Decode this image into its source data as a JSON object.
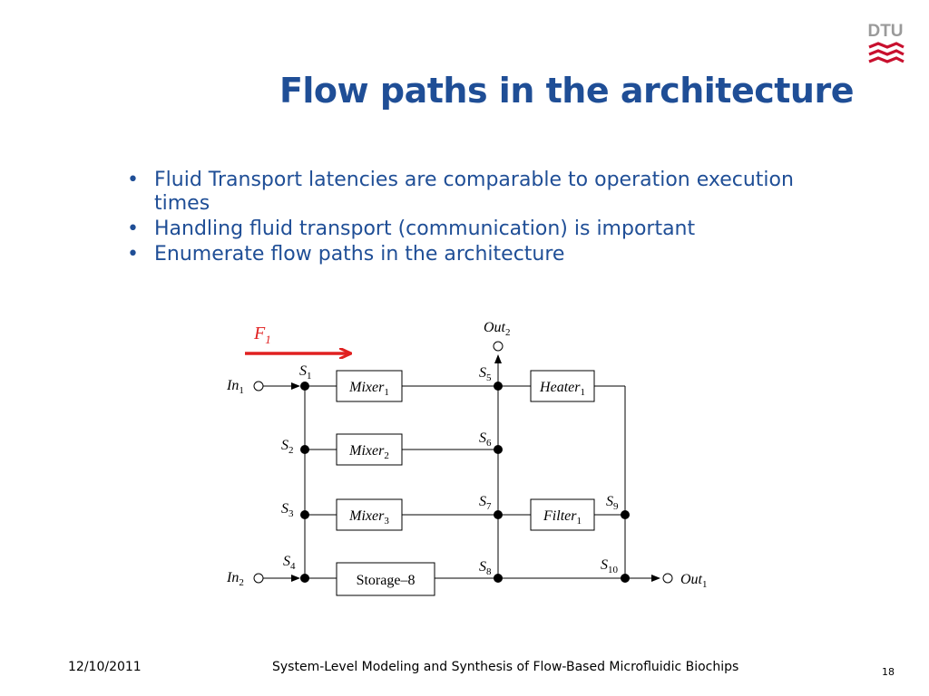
{
  "logo": {
    "text": "DTU",
    "color": "#c8102e",
    "text_color": "#9a9a9a",
    "icon": "dtu-logo-icon"
  },
  "title": "Flow paths in the architecture",
  "bullets": [
    "Fluid Transport latencies are comparable to operation execution times",
    "Handling fluid transport (communication) is important",
    "Enumerate flow paths in the architecture"
  ],
  "diagram": {
    "flow_path": {
      "label": "F",
      "subscript": "1",
      "color": "#e02020"
    },
    "inputs": [
      {
        "name": "In",
        "sub": "1"
      },
      {
        "name": "In",
        "sub": "2"
      }
    ],
    "outputs": [
      {
        "name": "Out",
        "sub": "1"
      },
      {
        "name": "Out",
        "sub": "2"
      }
    ],
    "components": [
      {
        "name": "Mixer",
        "sub": "1"
      },
      {
        "name": "Mixer",
        "sub": "2"
      },
      {
        "name": "Mixer",
        "sub": "3"
      },
      {
        "name": "Storage–8",
        "sub": ""
      },
      {
        "name": "Heater",
        "sub": "1"
      },
      {
        "name": "Filter",
        "sub": "1"
      }
    ],
    "switches": [
      {
        "name": "S",
        "sub": "1"
      },
      {
        "name": "S",
        "sub": "2"
      },
      {
        "name": "S",
        "sub": "3"
      },
      {
        "name": "S",
        "sub": "4"
      },
      {
        "name": "S",
        "sub": "5"
      },
      {
        "name": "S",
        "sub": "6"
      },
      {
        "name": "S",
        "sub": "7"
      },
      {
        "name": "S",
        "sub": "8"
      },
      {
        "name": "S",
        "sub": "9"
      },
      {
        "name": "S",
        "sub": "10"
      }
    ]
  },
  "footer": {
    "date": "12/10/2011",
    "center": "System-Level Modeling and Synthesis of Flow-Based Microfluidic Biochips",
    "page": "18"
  }
}
